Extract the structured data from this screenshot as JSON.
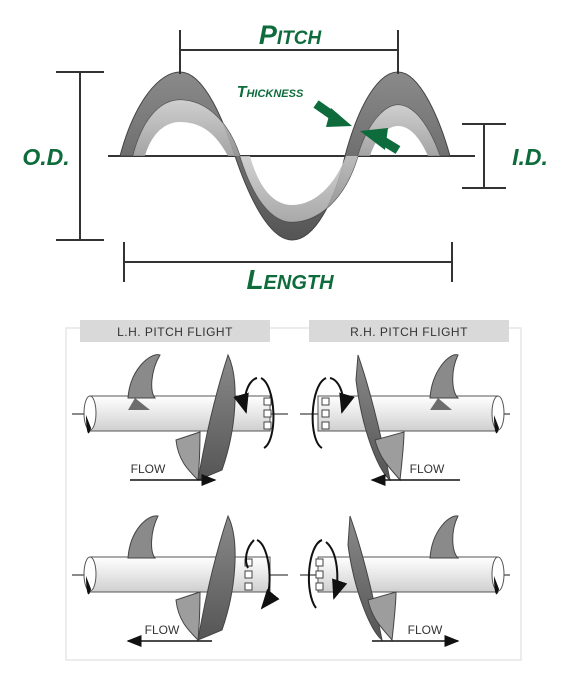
{
  "dimensions": {
    "pitch": "Pitch",
    "thickness": "Thickness",
    "od": "O.D.",
    "id": "I.D.",
    "length": "Length"
  },
  "panels": {
    "lh_title": "L.H. PITCH FLIGHT",
    "rh_title": "R.H. PITCH FLIGHT",
    "flow_label": "FLOW"
  },
  "colors": {
    "label_green": "#0e6b3b",
    "flight_dark": "#6e6e6e",
    "flight_light": "#b8b8b8",
    "line": "#333333"
  }
}
